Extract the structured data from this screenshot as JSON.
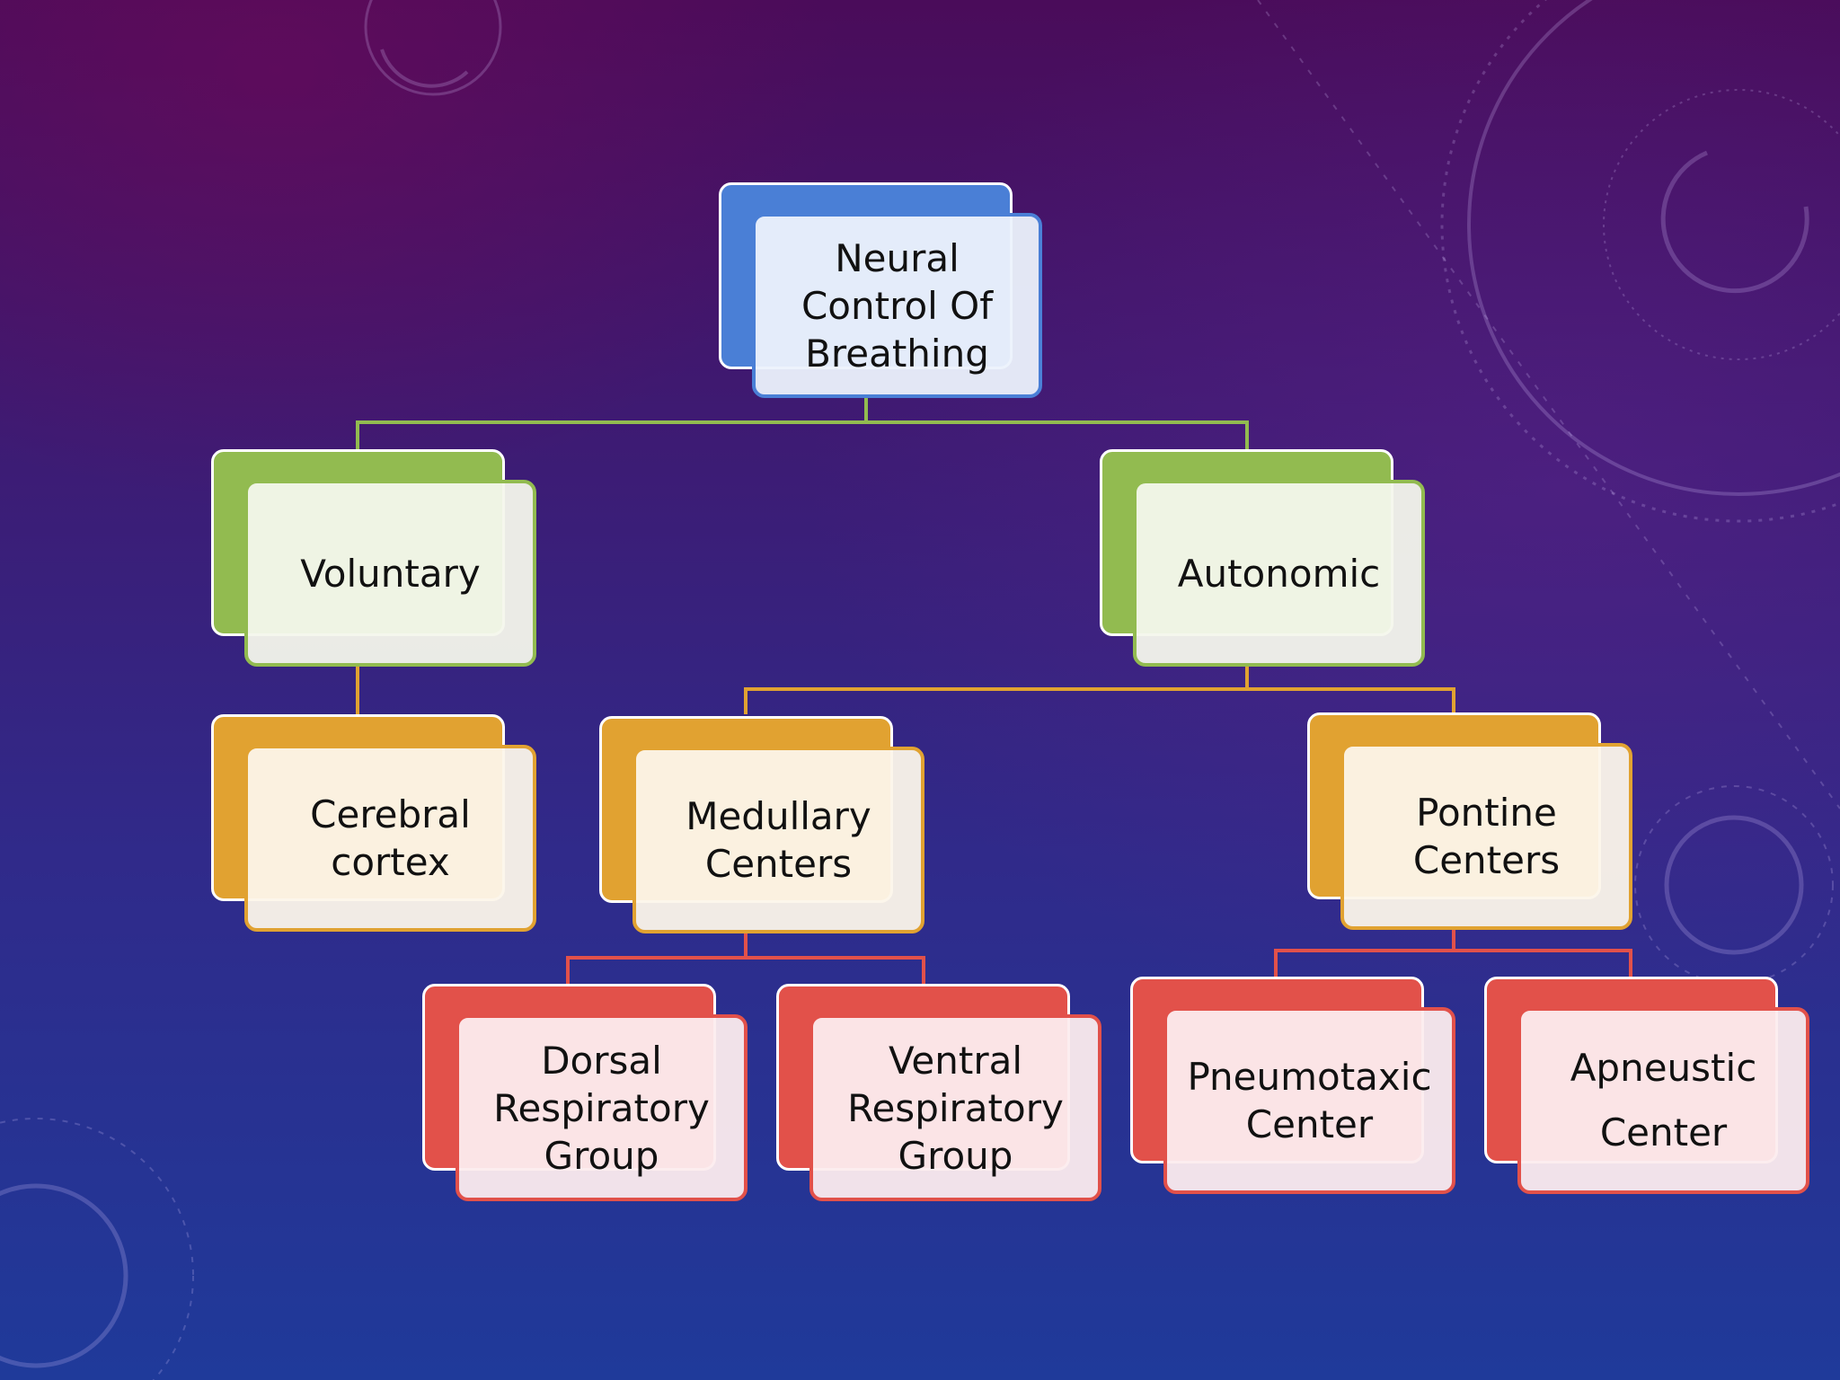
{
  "diagram": {
    "root": {
      "label": "Neural\nControl Of\nBreathing",
      "color": "#4a7fd6"
    },
    "level1": [
      {
        "label": "Voluntary",
        "color": "#92bb50"
      },
      {
        "label": "Autonomic",
        "color": "#92bb50"
      }
    ],
    "level2": [
      {
        "label": "Cerebral\ncortex",
        "color": "#e1a231"
      },
      {
        "label": "Medullary\nCenters",
        "color": "#e1a231"
      },
      {
        "label": "Pontine\nCenters",
        "color": "#e1a231"
      }
    ],
    "level3": [
      {
        "label": "Dorsal\nRespiratory\nGroup",
        "color": "#e2514a"
      },
      {
        "label": "Ventral\nRespiratory\nGroup",
        "color": "#e2514a"
      },
      {
        "label": "Pneumotaxic\nCenter",
        "color": "#e2514a"
      },
      {
        "label": "Apneustic\nCenter",
        "color": "#e2514a"
      }
    ],
    "edges": [
      {
        "from": "root",
        "to": "voluntary"
      },
      {
        "from": "root",
        "to": "autonomic"
      },
      {
        "from": "voluntary",
        "to": "cerebral-cortex"
      },
      {
        "from": "autonomic",
        "to": "medullary-centers"
      },
      {
        "from": "autonomic",
        "to": "pontine-centers"
      },
      {
        "from": "medullary-centers",
        "to": "dorsal-respiratory-group"
      },
      {
        "from": "medullary-centers",
        "to": "ventral-respiratory-group"
      },
      {
        "from": "pontine-centers",
        "to": "pneumotaxic-center"
      },
      {
        "from": "pontine-centers",
        "to": "apneustic-center"
      }
    ],
    "connector_colors": {
      "level1": "#92bb50",
      "level2": "#e1a231",
      "level3": "#e2514a"
    }
  }
}
